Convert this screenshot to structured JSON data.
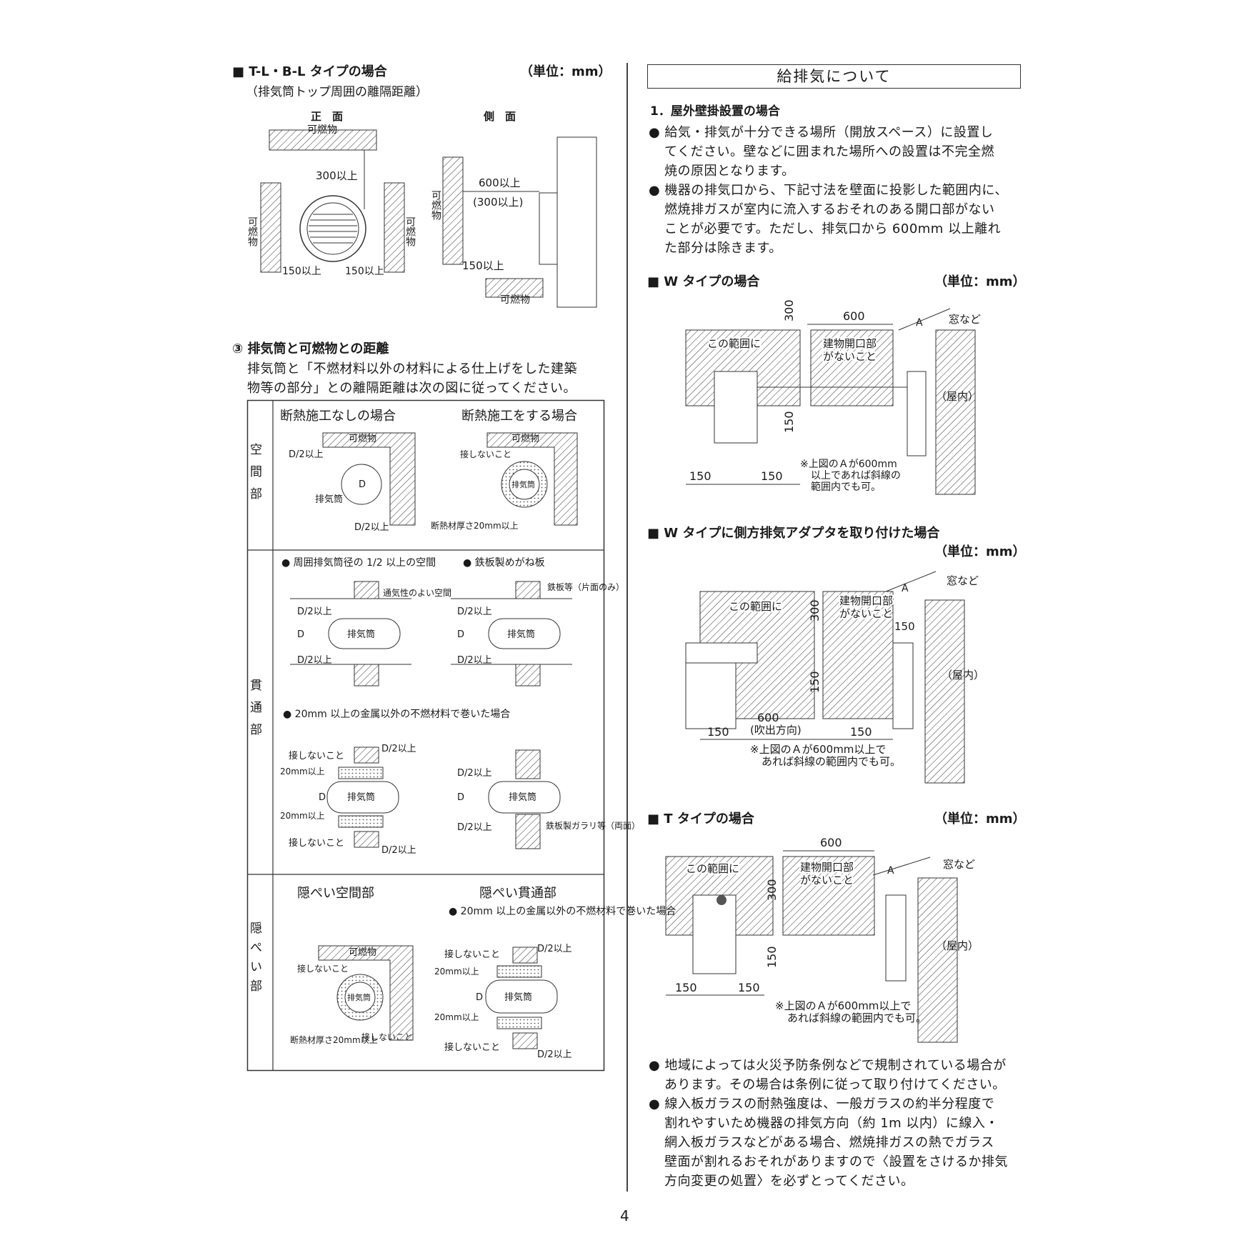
{
  "left": {
    "tl_bl": {
      "heading": "■ T-L・B-L タイプの場合",
      "unit": "（単位：mm）",
      "sub": "（排気筒トップ周囲の離隔距離）",
      "front_label": "正　面",
      "side_label": "側　面",
      "combustible": "可燃物",
      "dim_300": "300以上",
      "dim_150a": "150以上",
      "dim_150b": "150以上",
      "dim_600": "600以上",
      "dim_300p": "(300以上)",
      "dim_150side": "150以上",
      "combustible_v": "可燃物"
    },
    "sec3": {
      "heading": "③ 排気筒と可燃物との距離",
      "line1": "排気筒と「不燃材料以外の材料による仕上げをした建築",
      "line2": "物等の部分」との離隔距離は次の図に従ってください。"
    },
    "table": {
      "row_space": "空間部",
      "row_through": "貫通部",
      "row_hidden": "隠ぺい部",
      "no_insul": "断熱施工なしの場合",
      "with_insul": "断熱施工をする場合",
      "combustible": "可燃物",
      "d2": "D/2以上",
      "d": "D",
      "pipe": "排気筒",
      "no_touch": "接しないこと",
      "insul": "断熱材厚さ20mm以上",
      "insul2": "断熱材厚さ20mm以上",
      "perim": "● 周囲排気筒径の 1/2 以上の空間",
      "plate": "● 鉄板製めがね板",
      "vent_space": "通気性のよい空間",
      "steel": "鉄板等（片面のみ）",
      "wrap": "● 20mm 以上の金属以外の不燃材料で巻いた場合",
      "mm20": "20mm以上",
      "galari": "鉄板製ガラリ等（両面）",
      "hidden_space": "隠ぺい空間部",
      "hidden_through": "隠ぺい貫通部",
      "hidden_wrap": "● 20mm 以上の金属以外の不燃材料で巻いた場合"
    }
  },
  "right": {
    "section_title": "給排気について",
    "sub1": "1．屋外壁掛設置の場合",
    "b1_l1": "● 給気・排気が十分できる場所（開放スペース）に設置し",
    "b1_l2": "てください。壁などに囲まれた場所への設置は不完全燃",
    "b1_l3": "焼の原因となります。",
    "b2_l1": "● 機器の排気口から、下記寸法を壁面に投影した範囲内に、",
    "b2_l2": "燃焼排ガスが室内に流入するおそれのある開口部がない",
    "b2_l3": "ことが必要です。ただし、排気口から 600mm 以上離れ",
    "b2_l4": "た部分は除きます。",
    "w_heading": "■ W タイプの場合",
    "unit": "（単位：mm）",
    "range": "この範囲に",
    "opening1": "建物開口部",
    "opening2": "がないこと",
    "window": "窓など",
    "indoor": "（屋内）",
    "a": "A",
    "n300": "300",
    "n600": "600",
    "n150": "150",
    "note_w1": "※上図のＡが600mm",
    "note_w2": "以上であれば斜線の",
    "note_w3": "範囲内でも可。",
    "wside_heading": "■ W タイプに側方排気アダプタを取り付けた場合",
    "blow": "(吹出方向)",
    "note_ws1": "※上図のＡが600mm以上で",
    "note_ws2": "あれば斜線の範囲内でも可。",
    "t_heading": "■ T タイプの場合",
    "note_t1": "※上図のＡが600mm以上で",
    "note_t2": "あれば斜線の範囲内でも可。",
    "b3_l1": "● 地域によっては火災予防条例などで規制されている場合が",
    "b3_l2": "あります。その場合は条例に従って取り付けてください。",
    "b4_l1": "● 線入板ガラスの耐熱強度は、一般ガラスの約半分程度で",
    "b4_l2": "割れやすいため機器の排気方向（約 1m 以内）に線入・",
    "b4_l3": "網入板ガラスなどがある場合、燃焼排ガスの熱でガラス",
    "b4_l4": "壁面が割れるおそれがありますので〈設置をさけるか排気",
    "b4_l5": "方向変更の処置〉を必ずとってください。"
  },
  "page_number": "4"
}
